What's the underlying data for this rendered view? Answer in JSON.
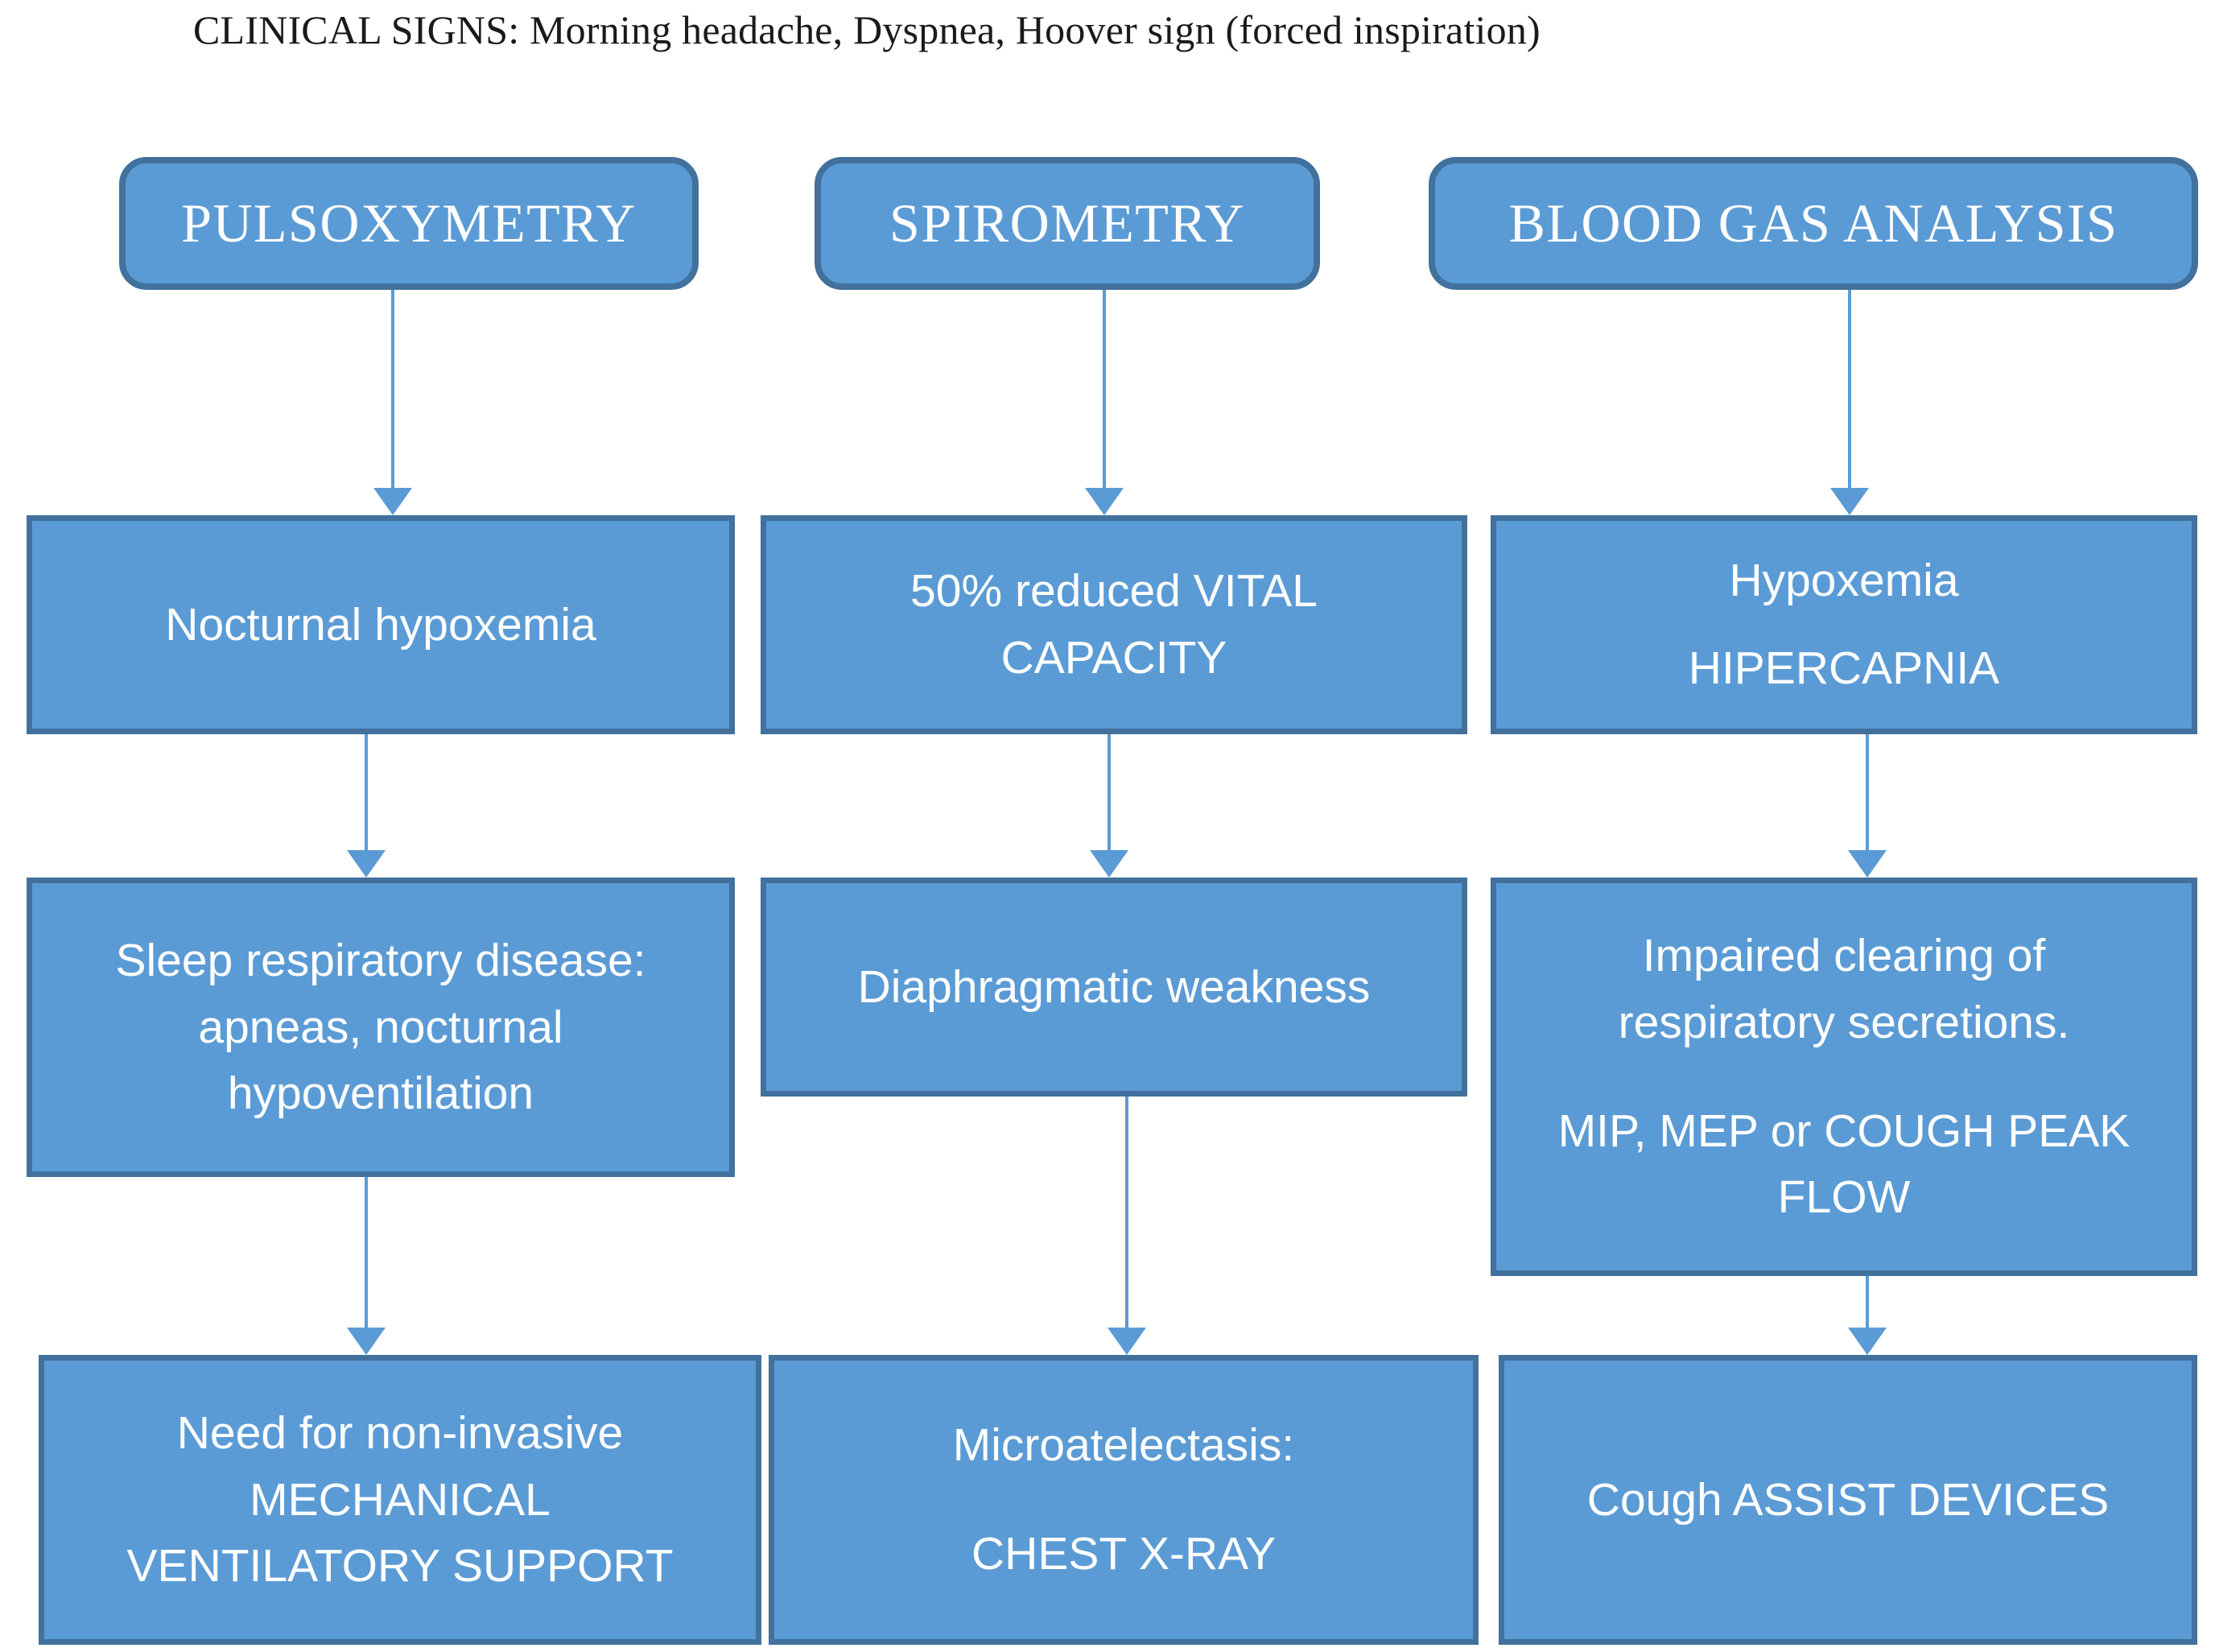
{
  "title": "CLINICAL SIGNS: Morning headache, Dyspnea, Hoover sign (forced inspiration)",
  "colors": {
    "node_fill": "#5B9BD5",
    "node_border": "#41719C",
    "node_text": "#FFFFFF",
    "arrow": "#5B9BD5",
    "background": "#FFFFFF",
    "title_text": "#1A1A1A"
  },
  "columns": [
    {
      "id": "pulsoxymetry",
      "header": "PULSOXYMETRY",
      "steps": [
        {
          "id": "nocturnal-hypoxemia",
          "lines": [
            "Nocturnal hypoxemia"
          ]
        },
        {
          "id": "sleep-respiratory-disease",
          "lines": [
            "Sleep respiratory disease:",
            "apneas, nocturnal",
            "hypoventilation"
          ]
        },
        {
          "id": "non-invasive-ventilation",
          "lines": [
            "Need for non-invasive",
            "MECHANICAL",
            "VENTILATORY SUPPORT"
          ]
        }
      ]
    },
    {
      "id": "spirometry",
      "header": "SPIROMETRY",
      "steps": [
        {
          "id": "reduced-vital-capacity",
          "lines": [
            "50% reduced VITAL",
            "CAPACITY"
          ]
        },
        {
          "id": "diaphragmatic-weakness",
          "lines": [
            "Diaphragmatic weakness"
          ]
        },
        {
          "id": "microatelectasis",
          "lines": [
            "Microatelectasis:",
            "CHEST X-RAY"
          ]
        }
      ]
    },
    {
      "id": "blood-gas-analysis",
      "header": "BLOOD GAS ANALYSIS",
      "steps": [
        {
          "id": "hypoxemia-hipercapnia",
          "lines": [
            "Hypoxemia",
            "HIPERCAPNIA"
          ]
        },
        {
          "id": "impaired-clearing",
          "lines": [
            "Impaired clearing of",
            "respiratory secretions.",
            "MIP, MEP or COUGH PEAK",
            "FLOW"
          ]
        },
        {
          "id": "cough-assist-devices",
          "lines": [
            "Cough ASSIST DEVICES"
          ]
        }
      ]
    }
  ]
}
